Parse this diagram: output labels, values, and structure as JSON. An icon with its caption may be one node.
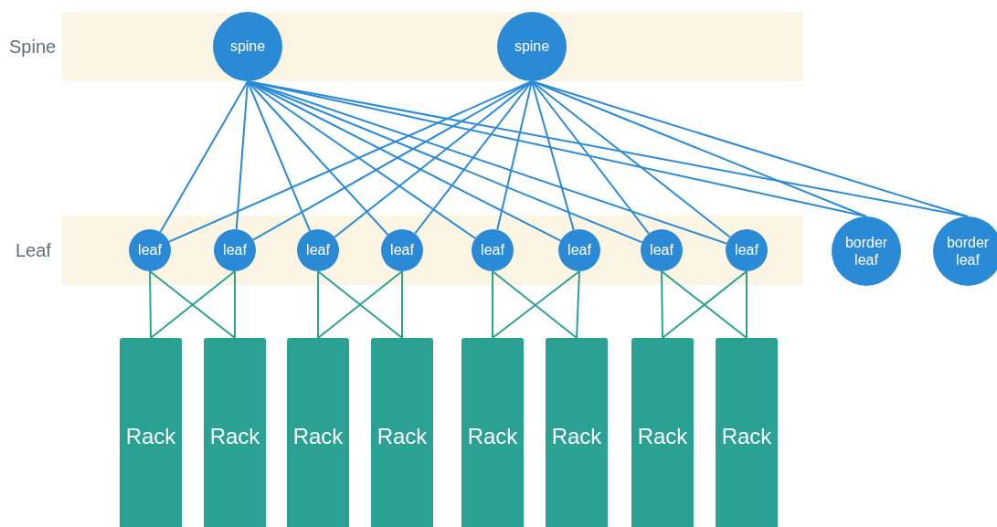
{
  "diagram": {
    "nodes": [
      {
        "text": [
          "Spine"
        ]
      },
      {
        "text": [
          "spine"
        ],
        "in": 0
      },
      {
        "text": [
          "spine"
        ],
        "in": 0
      },
      {
        "text": [
          "Leaf"
        ]
      },
      {
        "text": [
          "leaf"
        ],
        "in": 3
      },
      {
        "text": [
          "leaf"
        ],
        "in": 3
      },
      {
        "text": [
          "leaf"
        ],
        "in": 3
      },
      {
        "text": [
          "leaf"
        ],
        "in": 3
      },
      {
        "text": [
          "leaf"
        ],
        "in": 3
      },
      {
        "text": [
          "leaf"
        ],
        "in": 3
      },
      {
        "text": [
          "leaf"
        ],
        "in": 3
      },
      {
        "text": [
          "leaf"
        ],
        "in": 3
      },
      {
        "text": [
          "border leaf"
        ]
      },
      {
        "text": [
          "border leaf"
        ]
      },
      {
        "text": [
          "Rack"
        ]
      },
      {
        "text": [
          "Rack"
        ]
      },
      {
        "text": [
          "Rack"
        ]
      },
      {
        "text": [
          "Rack"
        ]
      },
      {
        "text": [
          "Rack"
        ]
      },
      {
        "text": [
          "Rack"
        ]
      },
      {
        "text": [
          "Rack"
        ]
      },
      {
        "text": [
          "Rack"
        ]
      }
    ],
    "edges": [
      {
        "from": 1,
        "to": 4,
        "arrow": "none"
      },
      {
        "from": 1,
        "to": 5,
        "arrow": "none"
      },
      {
        "from": 1,
        "to": 6,
        "arrow": "none"
      },
      {
        "from": 1,
        "to": 7,
        "arrow": "none"
      },
      {
        "from": 1,
        "to": 8,
        "arrow": "none"
      },
      {
        "from": 1,
        "to": 9,
        "arrow": "none"
      },
      {
        "from": 1,
        "to": 10,
        "arrow": "none"
      },
      {
        "from": 1,
        "to": 11,
        "arrow": "none"
      },
      {
        "from": 1,
        "to": 12,
        "arrow": "none"
      },
      {
        "from": 1,
        "to": 13,
        "arrow": "none"
      },
      {
        "from": 2,
        "to": 4,
        "arrow": "none"
      },
      {
        "from": 2,
        "to": 5,
        "arrow": "none"
      },
      {
        "from": 2,
        "to": 6,
        "arrow": "none"
      },
      {
        "from": 2,
        "to": 7,
        "arrow": "none"
      },
      {
        "from": 2,
        "to": 8,
        "arrow": "none"
      },
      {
        "from": 2,
        "to": 9,
        "arrow": "none"
      },
      {
        "from": 2,
        "to": 10,
        "arrow": "none"
      },
      {
        "from": 2,
        "to": 11,
        "arrow": "none"
      },
      {
        "from": 2,
        "to": 12,
        "arrow": "none"
      },
      {
        "from": 2,
        "to": 13,
        "arrow": "none"
      },
      {
        "from": 4,
        "to": 14,
        "arrow": "none",
        "color": "#2ba193"
      },
      {
        "from": 4,
        "to": 15,
        "arrow": "none",
        "color": "#2ba193"
      },
      {
        "from": 5,
        "to": 14,
        "arrow": "none",
        "color": "#2ba193"
      },
      {
        "from": 5,
        "to": 15,
        "arrow": "none",
        "color": "#2ba193"
      },
      {
        "from": 6,
        "to": 16,
        "arrow": "none",
        "color": "#2ba193"
      },
      {
        "from": 6,
        "to": 17,
        "arrow": "none",
        "color": "#2ba193"
      },
      {
        "from": 7,
        "to": 16,
        "arrow": "none",
        "color": "#2ba193"
      },
      {
        "from": 7,
        "to": 17,
        "arrow": "none",
        "color": "#2ba193"
      },
      {
        "from": 8,
        "to": 18,
        "arrow": "none",
        "color": "#2ba193"
      },
      {
        "from": 8,
        "to": 19,
        "arrow": "none",
        "color": "#2ba193"
      },
      {
        "from": 9,
        "to": 18,
        "arrow": "none",
        "color": "#2ba193"
      },
      {
        "from": 9,
        "to": 19,
        "arrow": "none",
        "color": "#2ba193"
      },
      {
        "from": 10,
        "to": 20,
        "arrow": "none",
        "color": "#2ba193"
      },
      {
        "from": 10,
        "to": 21,
        "arrow": "none",
        "color": "#2ba193"
      },
      {
        "from": 11,
        "to": 20,
        "arrow": "none",
        "color": "#2ba193"
      },
      {
        "from": 11,
        "to": 21,
        "arrow": "none",
        "color": "#2ba193"
      }
    ]
  }
}
